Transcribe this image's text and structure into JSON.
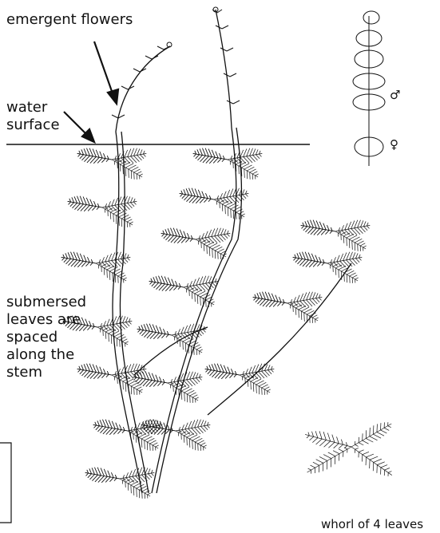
{
  "labels": {
    "emergent_flowers": "emergent flowers",
    "water_surface": "water\nsurface",
    "submersed_leaves": "submersed\nleaves are\nspaced\nalong the\nstem",
    "whorl": "whorl of 4 leaves",
    "male_symbol": "♂",
    "female_symbol": "♀"
  },
  "colors": {
    "ink": "#111111",
    "background": "#ffffff"
  }
}
